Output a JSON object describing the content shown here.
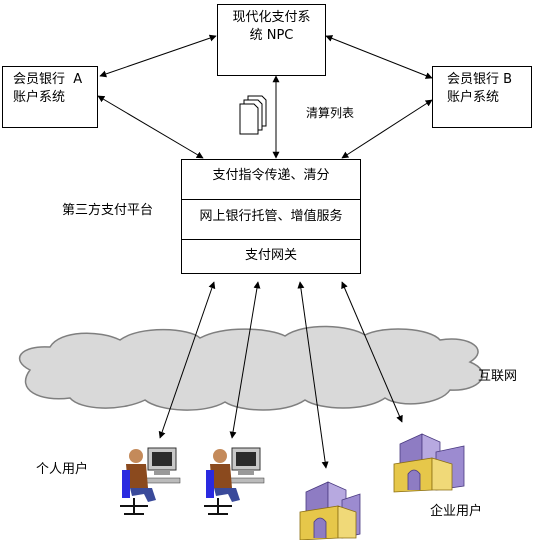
{
  "npc": {
    "line1": "现代化支付系",
    "line2": "统 NPC"
  },
  "bank_a": {
    "line1": "会员银行  A",
    "line2": "账户系统"
  },
  "bank_b": {
    "line1": "会员银行 B",
    "line2": "账户系统"
  },
  "clearing_list_label": "清算列表",
  "platform": {
    "label": "第三方支付平台",
    "rows": [
      "支付指令传递、清分",
      "网上银行托管、增值服务",
      "支付网关"
    ]
  },
  "internet_label": "互联网",
  "personal_users_label": "个人用户",
  "enterprise_users_label": "企业用户",
  "colors": {
    "line": "#000000",
    "cloud_fill": "#d9d9d9",
    "cloud_stroke": "#7f7f7f",
    "person_shirt": "#8b4a1e",
    "person_pants": "#3a4a9a",
    "chair": "#2a2ae0",
    "building_purple": "#8e7cc3",
    "building_yellow": "#e6c74a"
  }
}
